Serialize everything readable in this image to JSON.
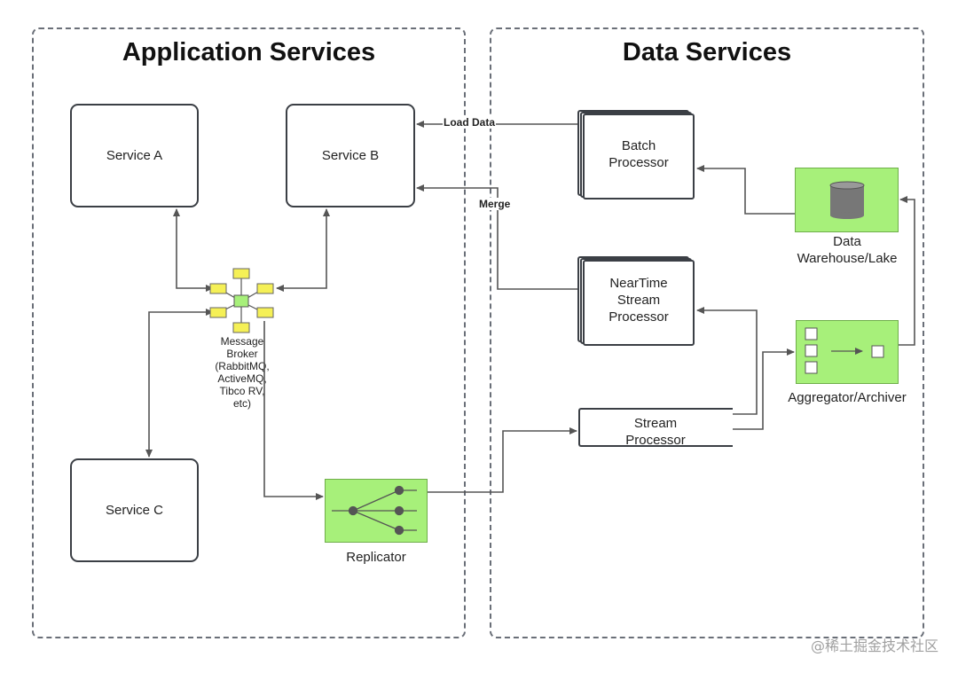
{
  "panels": {
    "app_title": "Application Services",
    "data_title": "Data Services"
  },
  "services": {
    "a": "Service A",
    "b": "Service B",
    "c": "Service C"
  },
  "broker": {
    "label": "Message\nBroker\n(RabbitMQ,\nActiveMQ,\nTibco RV,\netc)"
  },
  "replicator": {
    "label": "Replicator"
  },
  "processors": {
    "batch": "Batch\nProcessor",
    "neartime": "NearTime\nStream\nProcessor",
    "stream": "Stream\nProcessor"
  },
  "warehouse": {
    "label": "Data\nWarehouse/Lake"
  },
  "aggregator": {
    "label": "Aggregator/Archiver"
  },
  "edges": {
    "load_data": "Load Data",
    "merge": "Merge"
  },
  "watermark": "@稀土掘金技术社区",
  "colors": {
    "node_fill": "#a7f07a",
    "broker_square": "#f5f056",
    "line": "#555555"
  }
}
